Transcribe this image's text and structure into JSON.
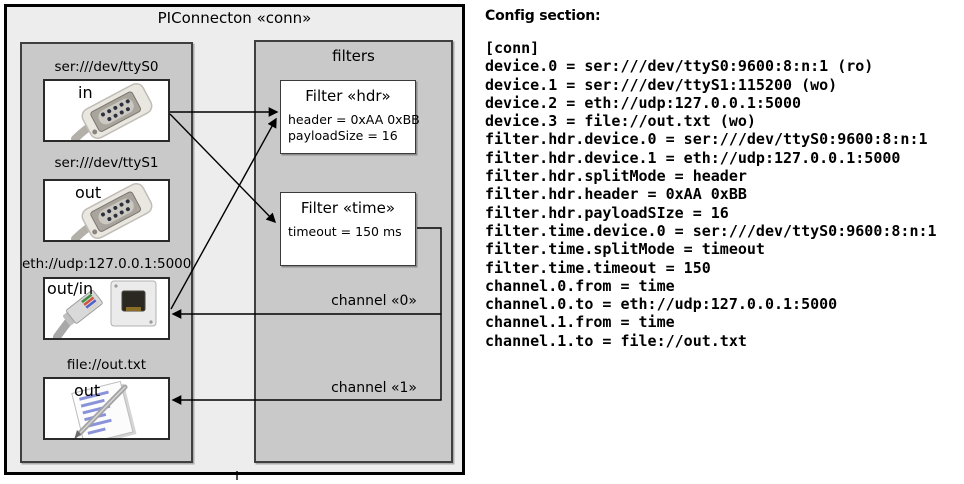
{
  "colors": {
    "outer_bg": "#ededed",
    "panel_bg": "#c9c9c9",
    "box_bg": "#ffffff",
    "line_color": "#000000",
    "text_color": "#000000"
  },
  "diagram": {
    "title": "PIConnecton «conn»",
    "devices_panel": {
      "devices": [
        {
          "label": "ser:///dev/ttyS0",
          "direction": "in",
          "icon": "db9-serial-connector-photo"
        },
        {
          "label": "ser:///dev/ttyS1",
          "direction": "out",
          "icon": "db9-serial-connector-photo"
        },
        {
          "label": "eth://udp:127.0.0.1:5000",
          "direction": "out/in",
          "icon": "rj45-ethernet-photo"
        },
        {
          "label": "file://out.txt",
          "direction": "out",
          "icon": "notepad-pen-icon"
        }
      ]
    },
    "filters_panel": {
      "title": "filters",
      "filters": [
        {
          "title": "Filter «hdr»",
          "props": [
            "header = 0xAA 0xBB",
            "payloadSize = 16"
          ]
        },
        {
          "title": "Filter «time»",
          "props": [
            "timeout = 150 ms"
          ]
        }
      ]
    },
    "channels": [
      {
        "label": "channel «0»"
      },
      {
        "label": "channel «1»"
      }
    ]
  },
  "config": {
    "heading": "Config section:",
    "lines": [
      "[conn]",
      "device.0 = ser:///dev/ttyS0:9600:8:n:1 (ro)",
      "device.1 = ser:///dev/ttyS1:115200 (wo)",
      "device.2 = eth://udp:127.0.0.1:5000",
      "device.3 = file://out.txt (wo)",
      "filter.hdr.device.0 = ser:///dev/ttyS0:9600:8:n:1",
      "filter.hdr.device.1 = eth://udp:127.0.0.1:5000",
      "filter.hdr.splitMode = header",
      "filter.hdr.header = 0xAA 0xBB",
      "filter.hdr.payloadSIze = 16",
      "filter.time.device.0 = ser:///dev/ttyS0:9600:8:n:1",
      "filter.time.splitMode = timeout",
      "filter.time.timeout = 150",
      "channel.0.from = time",
      "channel.0.to = eth://udp:127.0.0.1:5000",
      "channel.1.from = time",
      "channel.1.to = file://out.txt"
    ]
  }
}
